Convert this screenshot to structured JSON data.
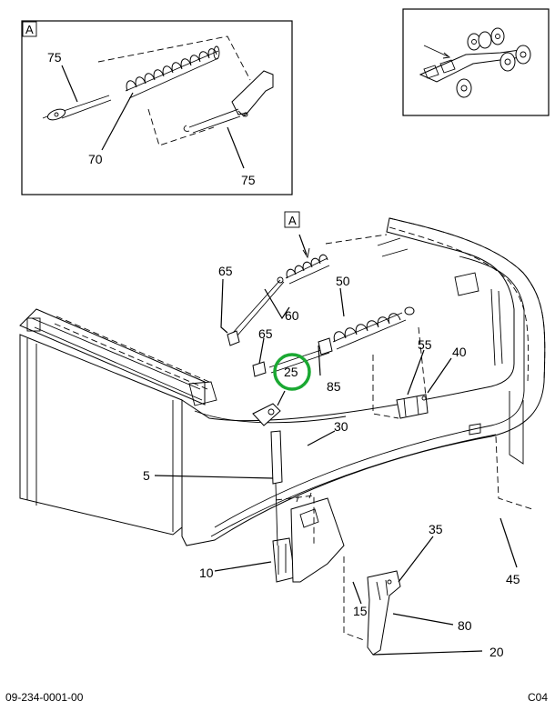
{
  "inset_a": {
    "box_letter": "A",
    "callouts": [
      "75",
      "70",
      "75"
    ]
  },
  "main": {
    "view_marker": "A",
    "callouts": {
      "c65a": "65",
      "c60": "60",
      "c50": "50",
      "c65b": "65",
      "c25": "25",
      "c85": "85",
      "c55": "55",
      "c40": "40",
      "c30": "30",
      "c5": "5",
      "c10": "10",
      "c35": "35",
      "c15": "15",
      "c45": "45",
      "c80": "80",
      "c20": "20"
    },
    "highlight_color": "#1aa832"
  },
  "footer": {
    "drawing_number": "09-234-0001-00",
    "page_code": "C04"
  }
}
